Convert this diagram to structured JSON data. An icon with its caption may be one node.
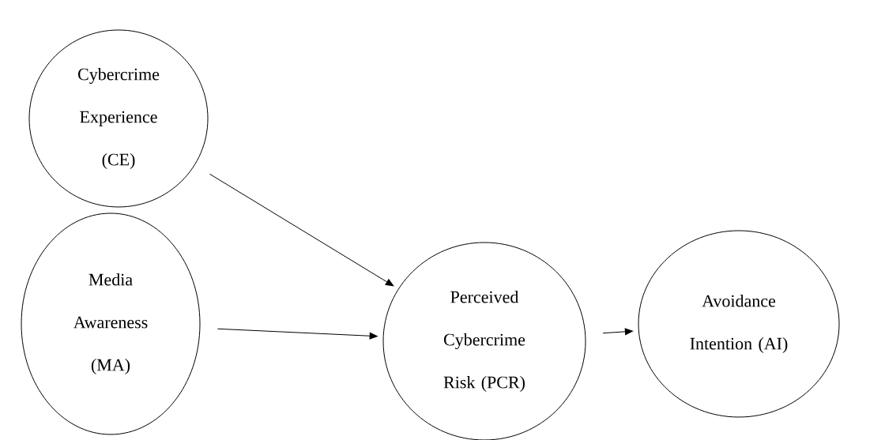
{
  "diagram": {
    "nodes": [
      {
        "text": [
          "Cybercrime Experience (CE)"
        ]
      },
      {
        "text": [
          "Media Awareness (MA)"
        ]
      },
      {
        "text": [
          "Perceived Cybercrime Risk (PCR)"
        ]
      },
      {
        "text": [
          "Avoidance Intention (AI)"
        ]
      }
    ],
    "edges": [
      {
        "from": 0,
        "to": 2,
        "arrow": "to"
      },
      {
        "from": 1,
        "to": 2,
        "arrow": "to"
      },
      {
        "from": 2,
        "to": 3,
        "arrow": "to"
      }
    ]
  }
}
